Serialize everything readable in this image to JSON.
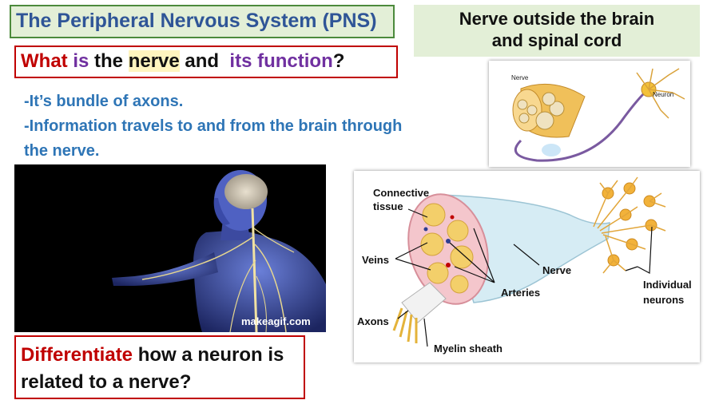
{
  "title": "The Peripheral Nervous System (PNS)",
  "header": {
    "line1": "Nerve outside the brain",
    "line2": "and spinal cord"
  },
  "question1": {
    "word1": "What",
    "word2": "is",
    "word3": "the",
    "word4": "nerve",
    "word5": "and",
    "word6": "its function",
    "end": "?"
  },
  "bullets": [
    "-It’s bundle of axons.",
    "-Information travels to and from the brain through",
    "the nerve."
  ],
  "video": {
    "watermark": "makeagif.com"
  },
  "question2": {
    "highlight": "Differentiate",
    "rest": " how a neuron is related to a nerve?"
  },
  "diagram1": {
    "label_nerve": "Nerve",
    "label_neuron": "Neuron"
  },
  "diagram2": {
    "label_connective1": "Connective",
    "label_connective2": "tissue",
    "label_veins": "Veins",
    "label_nerve": "Nerve",
    "label_arteries": "Arteries",
    "label_individual1": "Individual",
    "label_individual2": "neurons",
    "label_axons": "Axons",
    "label_myelin": "Myelin sheath"
  },
  "colors": {
    "title_blue": "#2f5597",
    "accent_red": "#c00000",
    "accent_purple": "#7030a0",
    "bullet_blue": "#2e75b6",
    "panel_green": "#e3efd7"
  }
}
